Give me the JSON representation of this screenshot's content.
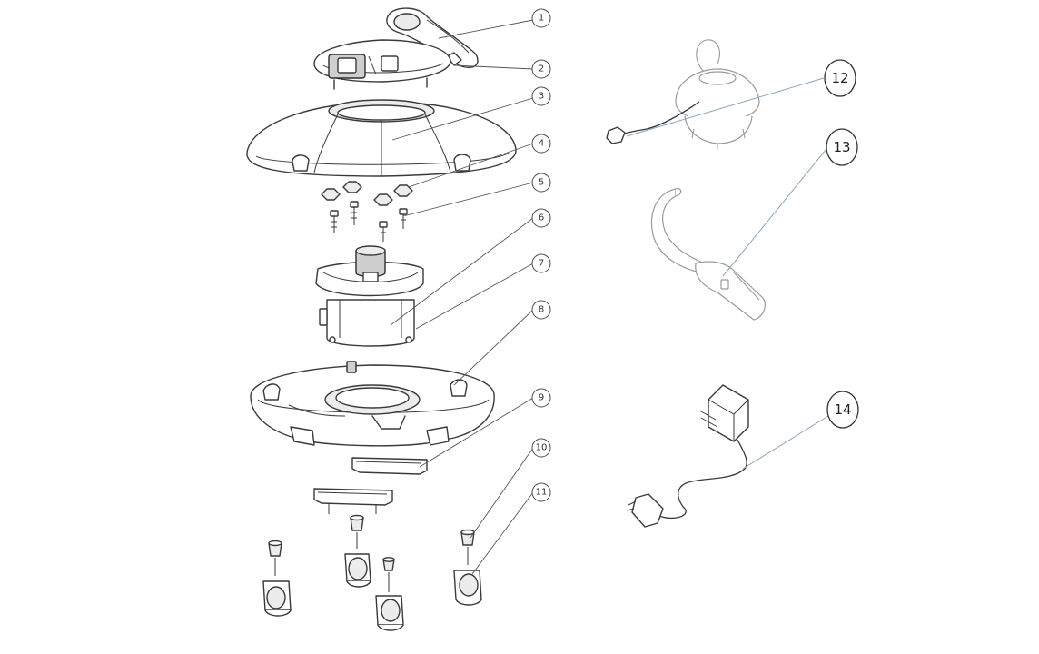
{
  "callouts": {
    "c1": "1",
    "c2": "2",
    "c3": "3",
    "c4": "4",
    "c5": "5",
    "c6": "6",
    "c7": "7",
    "c8": "8",
    "c9": "9",
    "c10": "10",
    "c11": "11",
    "c12": "12",
    "c13": "13",
    "c14": "14"
  },
  "colors": {
    "line": "#3a3a3a",
    "leader_blue": "#8aa4bf",
    "background": "#ffffff"
  }
}
